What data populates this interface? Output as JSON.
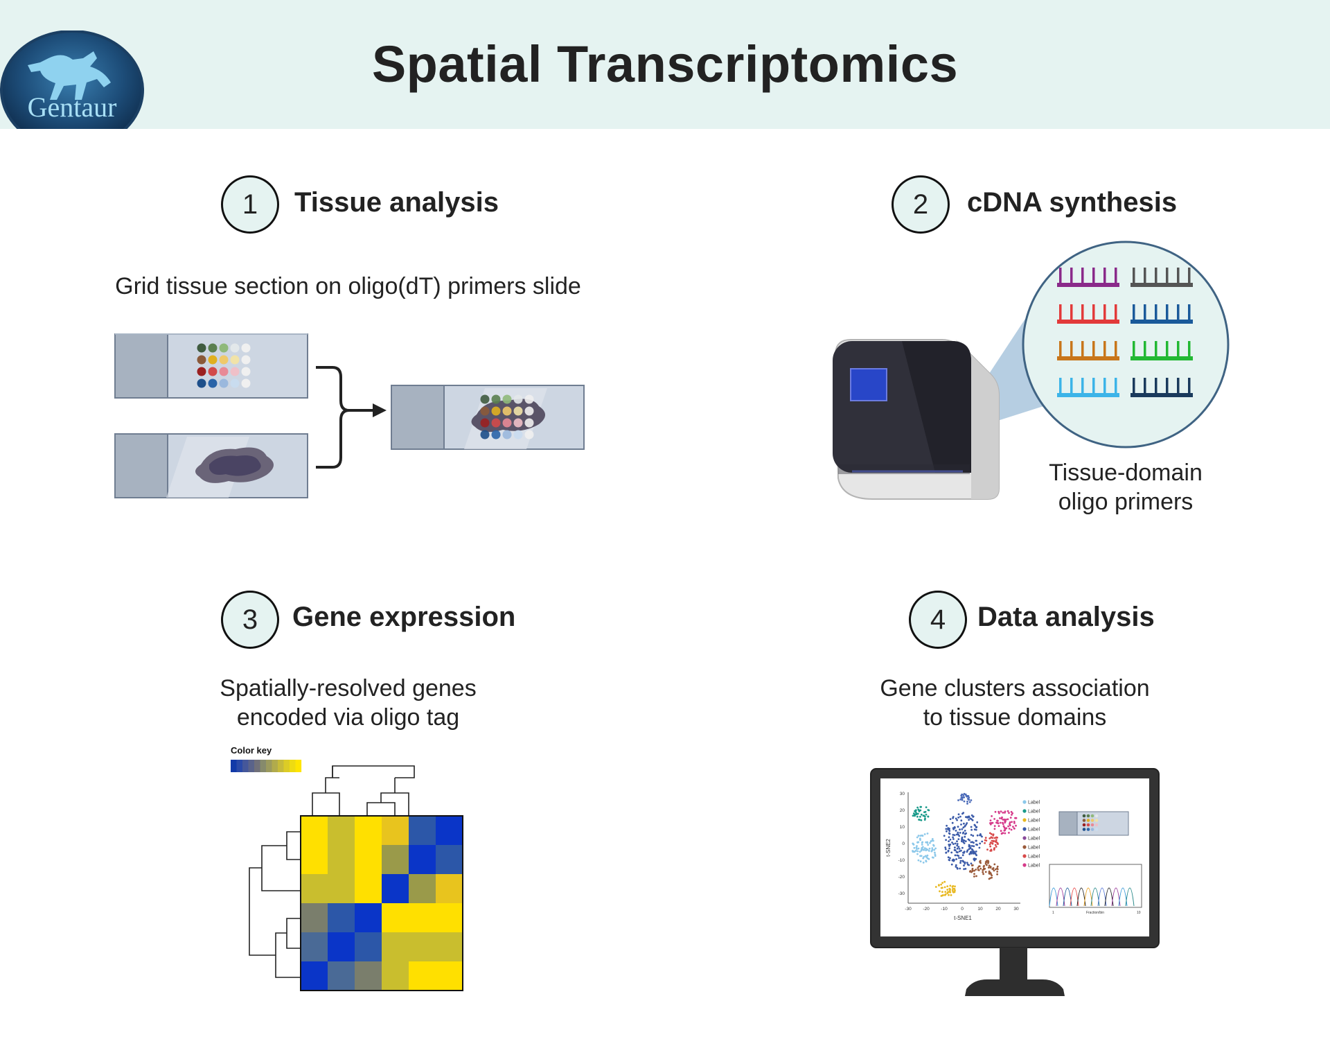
{
  "title": "Spatial Transcriptomics",
  "logo": {
    "text": "Gentaur"
  },
  "steps": [
    {
      "number": "1",
      "title": "Tissue analysis",
      "desc": [
        "Grid tissue section on oligo(dT) primers slide"
      ]
    },
    {
      "number": "2",
      "title": "cDNA synthesis",
      "desc": [
        "Tissue-domain",
        "oligo primers"
      ]
    },
    {
      "number": "3",
      "title": "Gene expression",
      "desc": [
        "Spatially-resolved genes",
        "encoded via oligo tag"
      ]
    },
    {
      "number": "4",
      "title": "Data analysis",
      "desc": [
        "Gene clusters association",
        "to tissue domains"
      ]
    }
  ],
  "heatmap": {
    "color_key_label": "Color key"
  },
  "monitor": {
    "y_axis_label": "t-SNE2",
    "x_axis_label": "t-SNE1",
    "y_ticks": [
      "30",
      "20",
      "10",
      "0",
      "-10",
      "-20",
      "-30"
    ],
    "x_ticks": [
      "-30",
      "-20",
      "-10",
      "0",
      "10",
      "20",
      "30"
    ],
    "legend_labels": [
      "Label",
      "Label",
      "Label",
      "Label",
      "Label",
      "Label",
      "Label",
      "Label"
    ],
    "histogram_xlabel": "Fraction/bin",
    "histogram_ticks": [
      "1",
      "10"
    ]
  },
  "colors": {
    "header_bg": "#e5f3f1",
    "heatmap_blue": "#0a35c8",
    "heatmap_yellow": "#ffe000",
    "primer_colors": [
      "#8a2a8a",
      "#555555",
      "#e23a3a",
      "#1a5a9a",
      "#c8761a",
      "#22b833",
      "#3cb4e8",
      "#1a3a5c"
    ]
  }
}
